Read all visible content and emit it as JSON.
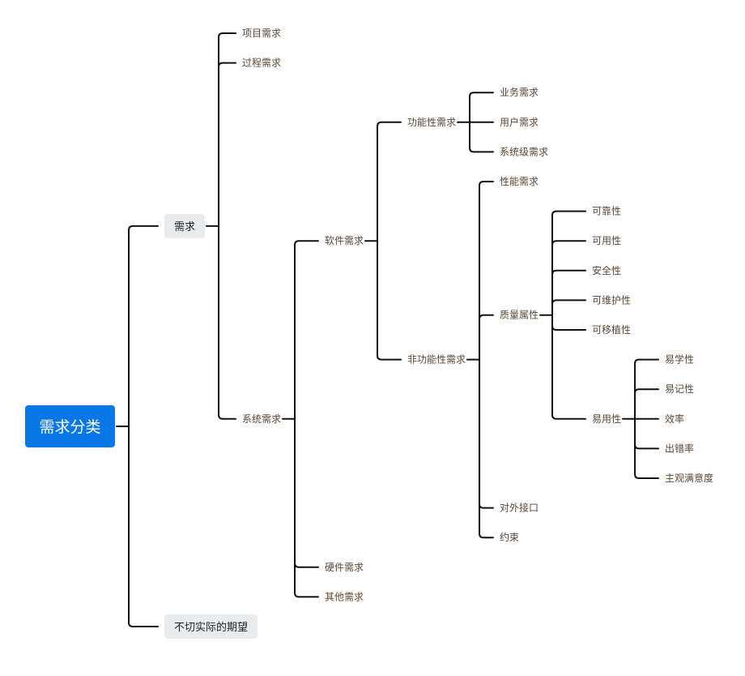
{
  "mindmap": {
    "root": {
      "label": "需求分类",
      "children": [
        {
          "label": "需求",
          "children": [
            {
              "label": "项目需求"
            },
            {
              "label": "过程需求"
            },
            {
              "label": "系统需求",
              "children": [
                {
                  "label": "软件需求",
                  "children": [
                    {
                      "label": "功能性需求",
                      "children": [
                        {
                          "label": "业务需求"
                        },
                        {
                          "label": "用户需求"
                        },
                        {
                          "label": "系统级需求"
                        }
                      ]
                    },
                    {
                      "label": "非功能性需求",
                      "children": [
                        {
                          "label": "性能需求"
                        },
                        {
                          "label": "质量属性",
                          "children": [
                            {
                              "label": "可靠性"
                            },
                            {
                              "label": "可用性"
                            },
                            {
                              "label": "安全性"
                            },
                            {
                              "label": "可维护性"
                            },
                            {
                              "label": "可移植性"
                            },
                            {
                              "label": "易用性",
                              "children": [
                                {
                                  "label": "易学性"
                                },
                                {
                                  "label": "易记性"
                                },
                                {
                                  "label": "效率"
                                },
                                {
                                  "label": "出错率"
                                },
                                {
                                  "label": "主观满意度"
                                }
                              ]
                            }
                          ]
                        },
                        {
                          "label": "对外接口"
                        },
                        {
                          "label": "约束"
                        }
                      ]
                    }
                  ]
                },
                {
                  "label": "硬件需求"
                },
                {
                  "label": "其他需求"
                }
              ]
            }
          ]
        },
        {
          "label": "不切实际的期望"
        }
      ]
    }
  }
}
